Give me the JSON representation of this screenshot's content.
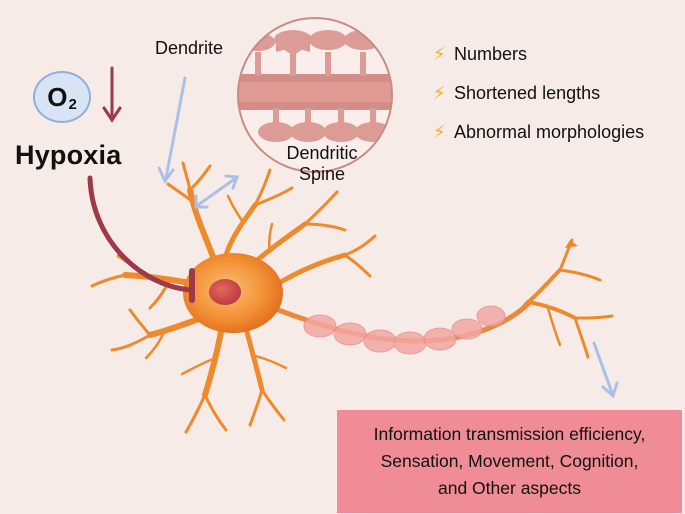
{
  "oxygen": {
    "symbol": "O",
    "subscript": "2"
  },
  "hypoxia_label": "Hypoxia",
  "dendrite_label": "Dendrite",
  "spine_label": "Dendritic\nSpine",
  "effects": [
    {
      "icon": "lightning-bolt-icon",
      "label": "Numbers"
    },
    {
      "icon": "lightning-bolt-icon",
      "label": "Shortened lengths"
    },
    {
      "icon": "lightning-bolt-icon",
      "label": "Abnormal morphologies"
    }
  ],
  "outcome_text": "Information transmission efficiency,\nSensation, Movement, Cognition,\nand Other aspects",
  "colors": {
    "background": "#f7ebe7",
    "neuron": "#f08a2c",
    "inhibition": "#9c3a4a",
    "arrow_blue": "#a9c1e6",
    "outcome_box": "#ef8c95",
    "bolt": "#f3b02b"
  }
}
